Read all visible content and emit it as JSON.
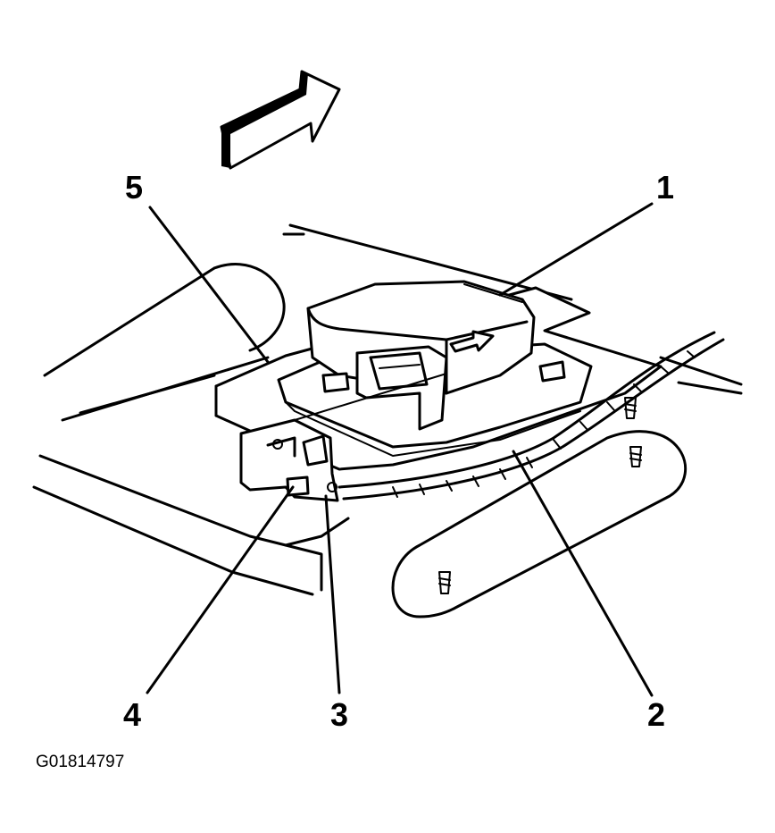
{
  "figure_id": "G01814797",
  "callouts": [
    {
      "label": "1"
    },
    {
      "label": "2"
    },
    {
      "label": "3"
    },
    {
      "label": "4"
    },
    {
      "label": "5"
    }
  ],
  "icons": [
    "direction-arrow-icon",
    "forward-arrow-icon",
    "screw-icon"
  ],
  "colors": {
    "line": "#000000",
    "background": "#ffffff"
  }
}
